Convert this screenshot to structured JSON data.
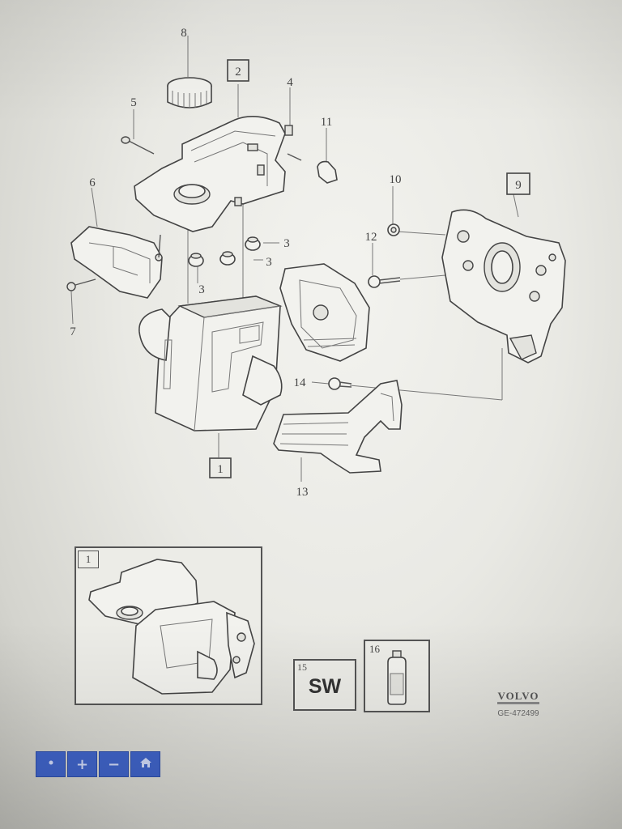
{
  "diagram": {
    "callouts": {
      "p1": "1",
      "p2": "2",
      "p3a": "3",
      "p3b": "3",
      "p3c": "3",
      "p4": "4",
      "p5": "5",
      "p6": "6",
      "p7": "7",
      "p8": "8",
      "p9": "9",
      "p10": "10",
      "p11": "11",
      "p12": "12",
      "p13": "13",
      "p14": "14"
    }
  },
  "inset": {
    "label": "1"
  },
  "software_item": {
    "number": "15",
    "text": "SW"
  },
  "fluid_item": {
    "number": "16"
  },
  "brand": {
    "name": "VOLVO",
    "code": "GE-472499"
  },
  "toolbar": {
    "buttons": [
      {
        "icon": "dot-icon"
      },
      {
        "icon": "zoom-in-icon",
        "label": "+"
      },
      {
        "icon": "zoom-out-icon",
        "label": "−"
      },
      {
        "icon": "home-icon"
      }
    ]
  },
  "colors": {
    "toolbar": "#3f63c7",
    "line": "#444444",
    "background": "#e9e9e4"
  }
}
